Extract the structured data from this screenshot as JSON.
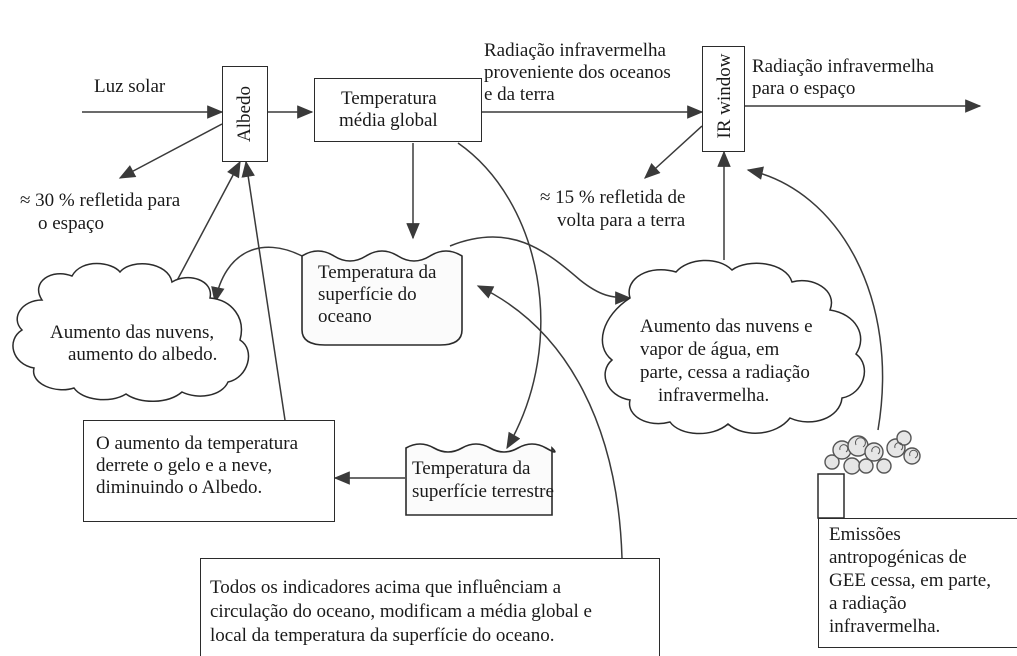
{
  "labels": {
    "sunlight": "Luz solar",
    "albedo": "Albedo",
    "global_temp": [
      "Temperatura",
      "média global"
    ],
    "ir_from_earth": [
      "Radiação infravermelha",
      "proveniente dos oceanos",
      "e da terra"
    ],
    "ir_window": "IR window",
    "ir_to_space": [
      "Radiação infravermelha",
      "para o espaço"
    ],
    "reflected_30": [
      "≈ 30 % refletida para",
      "o espaço"
    ],
    "reflected_15": [
      "≈ 15 % refletida de",
      "volta para a terra"
    ],
    "ocean_temp": [
      "Temperatura da",
      "superfície do",
      "oceano"
    ],
    "clouds_left": [
      "Aumento das nuvens,",
      "aumento do albedo."
    ],
    "clouds_right": [
      "Aumento das nuvens e",
      "vapor de água, em",
      "parte, cessa a radiação",
      "infravermelha."
    ],
    "ice_melt": [
      "O aumento da temperatura",
      "derrete o gelo e a neve,",
      "diminuindo o Albedo."
    ],
    "land_temp": [
      "Temperatura da",
      "superfície terrestre"
    ],
    "ocean_circ": [
      "Todos os indicadores acima que influênciam a",
      "circulação do oceano, modificam a média global e",
      "local da temperatura da superfície do oceano."
    ],
    "emissions": [
      "Emissões",
      "antropogénicas de",
      "GEE cessa, em parte,",
      "a radiação",
      "infravermelha."
    ]
  }
}
